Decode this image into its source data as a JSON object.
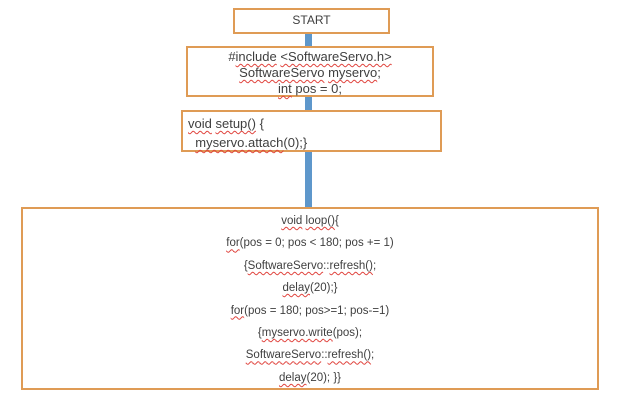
{
  "colors": {
    "box_border": "#df9b55",
    "connector": "#5e97cb",
    "text": "#3f3f3f",
    "squiggle": "#e0433d",
    "background": "#ffffff"
  },
  "flowchart": {
    "boxes": [
      {
        "id": "start",
        "label": "start terminator",
        "lines": [
          [
            {
              "t": "START"
            }
          ]
        ]
      },
      {
        "id": "globals",
        "label": "includes and global declarations",
        "lines": [
          [
            {
              "t": "#"
            },
            {
              "t": "include",
              "sq": 1
            },
            {
              "t": " "
            },
            {
              "t": "<SoftwareServo.h>",
              "sq": 1
            }
          ],
          [
            {
              "t": "SoftwareServo",
              "sq": 1
            },
            {
              "t": " "
            },
            {
              "t": "myservo",
              "sq": 1
            },
            {
              "t": ";"
            }
          ],
          [
            {
              "t": "int",
              "sq": 1
            },
            {
              "t": " pos = 0;"
            }
          ]
        ]
      },
      {
        "id": "setup",
        "label": "setup function",
        "lines": [
          [
            {
              "t": "void",
              "sq": 1
            },
            {
              "t": " "
            },
            {
              "t": "setup()",
              "sq": 1
            },
            {
              "t": " {"
            }
          ],
          [
            {
              "t": "  "
            },
            {
              "t": "myservo.attach",
              "sq": 1
            },
            {
              "t": "(0);}"
            }
          ]
        ]
      },
      {
        "id": "loop",
        "label": "loop function",
        "lines": [
          [
            {
              "t": "void",
              "sq": 1
            },
            {
              "t": " "
            },
            {
              "t": "loop()",
              "sq": 1
            },
            {
              "t": "{"
            }
          ],
          [
            {
              "t": "for",
              "sq": 1
            },
            {
              "t": "(pos = 0; pos < 180; pos += 1)"
            }
          ],
          [
            {
              "t": "{"
            },
            {
              "t": "SoftwareServo",
              "sq": 1
            },
            {
              "t": "::"
            },
            {
              "t": "refresh()",
              "sq": 1
            },
            {
              "t": ";"
            }
          ],
          [
            {
              "t": "delay",
              "sq": 1
            },
            {
              "t": "(20);}"
            }
          ],
          [
            {
              "t": "for",
              "sq": 1
            },
            {
              "t": "(pos = 180; pos>=1; pos-=1)"
            }
          ],
          [
            {
              "t": "{"
            },
            {
              "t": "myservo.write",
              "sq": 1
            },
            {
              "t": "(pos);"
            }
          ],
          [
            {
              "t": "SoftwareServo",
              "sq": 1
            },
            {
              "t": "::"
            },
            {
              "t": "refresh()",
              "sq": 1
            },
            {
              "t": ";"
            }
          ],
          [
            {
              "t": "delay",
              "sq": 1
            },
            {
              "t": "(20); }}"
            }
          ]
        ]
      }
    ],
    "connectors": [
      {
        "from": "start",
        "to": "globals"
      },
      {
        "from": "globals",
        "to": "setup"
      },
      {
        "from": "setup",
        "to": "loop"
      }
    ]
  }
}
